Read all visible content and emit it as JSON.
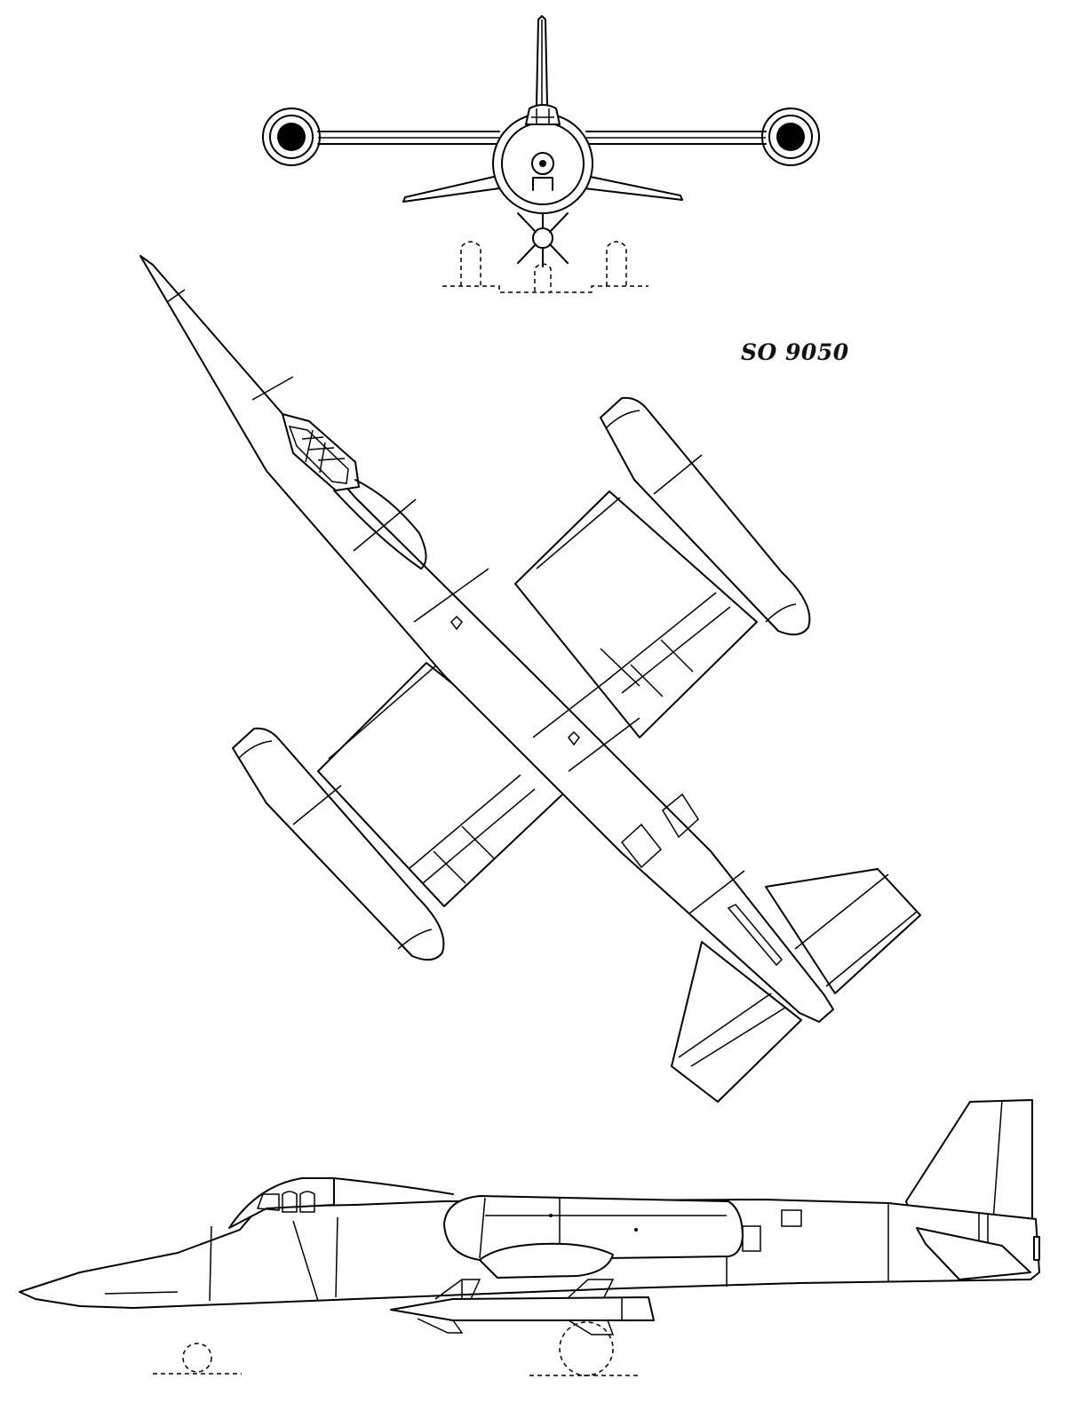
{
  "drawing": {
    "designation": "SO 9050",
    "views": [
      "front-view",
      "plan-view",
      "side-view"
    ],
    "line_color": "#000000",
    "background_color": "#ffffff"
  }
}
